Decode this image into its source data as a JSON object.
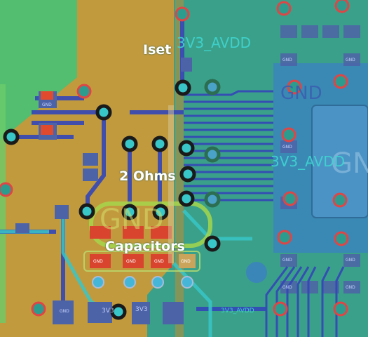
{
  "annotations": {
    "iset": "Iset",
    "two_ohms": "2 Ohms",
    "capacitors": "Capacitors"
  },
  "nets": {
    "avdd_top": "3V3_AVDD",
    "avdd_mid": "3V3_AVDD",
    "avdd_bottom": "3V3_AVDD",
    "gnd_big": "GND",
    "gnd_right": "GND",
    "gnd_center": "GND",
    "v3_bottom_1": "3V3",
    "v3_bottom_2": "3V3"
  },
  "pad_labels": {
    "cap1": "GND",
    "cap2": "GND",
    "cap3": "GND",
    "cap4": "GND",
    "left_pad": "GND",
    "top_left_pad": "GND",
    "right_pad_1": "GND",
    "right_pad_2": "GND",
    "right_pad_3": "GND",
    "right_pad_4": "GND",
    "right_pad_5": "GND",
    "bottom_pad_1": "GND",
    "bottom_pad_2": "GND"
  },
  "colors": {
    "gnd_pour": "#3aa08a",
    "orange_pour": "#c99a3a",
    "blue_plane": "#3b86b8",
    "trace_blue": "#3446b8",
    "trace_cyan": "#38c6c8",
    "pad_red": "#d9442f",
    "via_ring": "#2d8e86"
  }
}
